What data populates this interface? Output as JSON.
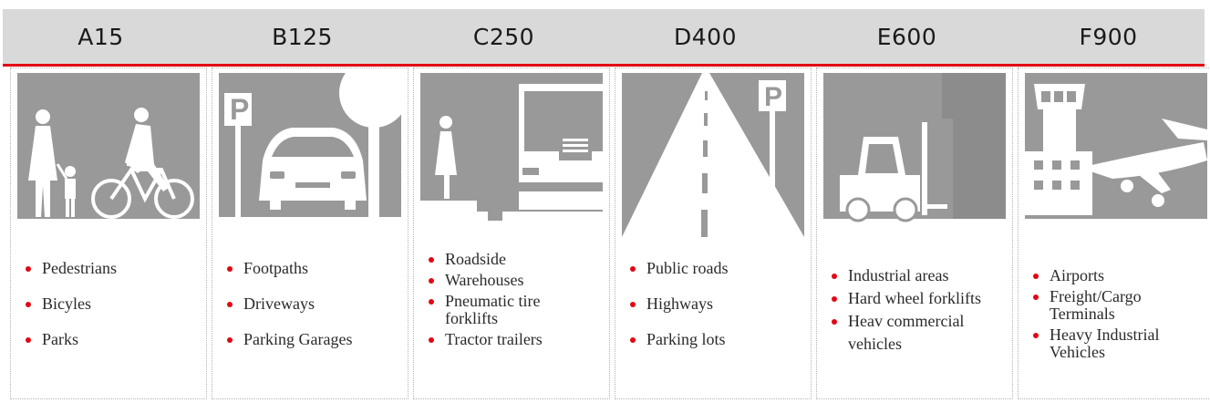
{
  "columns": [
    {
      "label": "A15",
      "items": [
        "Pedestrians",
        "Bicyles",
        "Parks"
      ]
    },
    {
      "label": "B125",
      "items": [
        "Footpaths",
        "Driveways",
        "Parking Garages"
      ]
    },
    {
      "label": "C250",
      "items": [
        "Roadside",
        "Warehouses",
        "Pneumatic tire",
        "forklifts",
        "Tractor trailers"
      ]
    },
    {
      "label": "D400",
      "items": [
        "Public roads",
        "Highways",
        "Parking lots"
      ]
    },
    {
      "label": "E600",
      "items": [
        "Industrial areas",
        "Hard wheel forklifts",
        "Heav commercial",
        "vehicles"
      ]
    },
    {
      "label": "F900",
      "items": [
        "Airports",
        "Freight/Cargo",
        "Terminals",
        "Heavy Industrial",
        "Vehicles"
      ]
    }
  ],
  "icons": {
    "A15": "pedestrian-family-cyclist-icon",
    "B125": "parking-car-icon",
    "C250": "roadside-truck-icon",
    "D400": "highway-parking-icon",
    "E600": "forklift-icon",
    "F900": "airport-airplane-icon"
  },
  "colors": {
    "accent": "#e30613",
    "header_bg": "#d9d9d9",
    "pictogram_bg": "#999999",
    "pictogram_fg": "#ffffff"
  },
  "signage": {
    "parking_letter": "P"
  }
}
